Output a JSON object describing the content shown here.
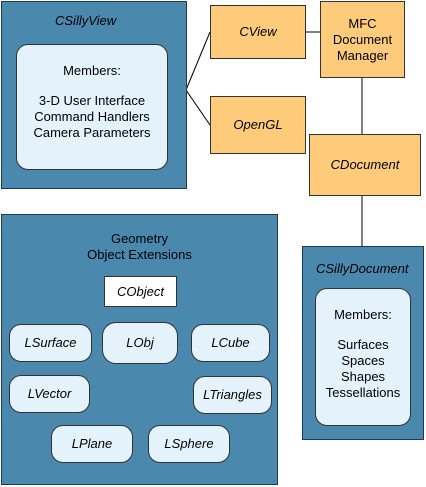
{
  "class_view": {
    "title": "CSillyView",
    "members_label": "Members:",
    "members": [
      "3-D User Interface",
      "Command Handlers",
      "Camera Parameters"
    ]
  },
  "cview": "CView",
  "opengl": "OpenGL",
  "mfc": [
    "MFC",
    "Document",
    "Manager"
  ],
  "cdocument": "CDocument",
  "class_document": {
    "title": "CSillyDocument",
    "members_label": "Members:",
    "members": [
      "Surfaces",
      "Spaces",
      "Shapes",
      "Tessellations"
    ]
  },
  "geometry": {
    "title": [
      "Geometry",
      "Object Extensions"
    ],
    "cobject": "CObject",
    "lobj": "LObj",
    "lsurface": "LSurface",
    "lcube": "LCube",
    "lvector": "LVector",
    "ltriangles": "LTriangles",
    "lplane": "LPlane",
    "lsphere": "LSphere"
  },
  "colors": {
    "panel": "#4a88ae",
    "orange": "#fecb7a",
    "light": "#e4f3fb"
  }
}
